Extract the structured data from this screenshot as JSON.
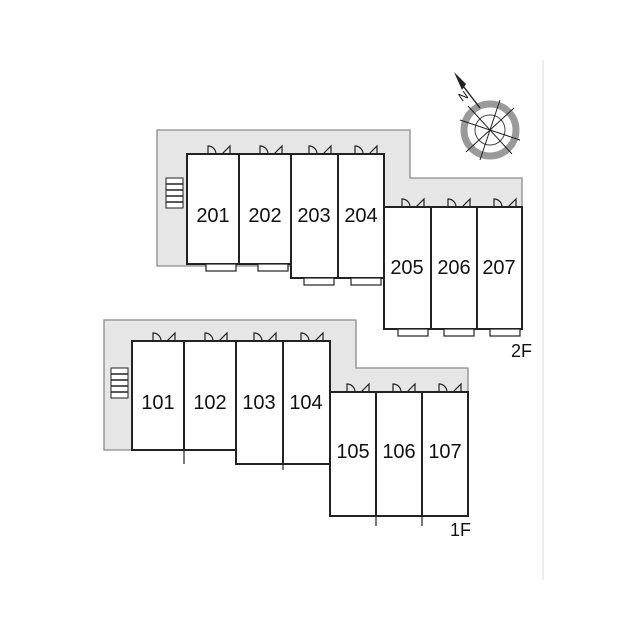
{
  "compass": {
    "north_label": "N",
    "icon": "compass-rose-icon"
  },
  "floors": [
    {
      "label": "2F",
      "rooms": [
        "201",
        "202",
        "203",
        "204",
        "205",
        "206",
        "207"
      ]
    },
    {
      "label": "1F",
      "rooms": [
        "101",
        "102",
        "103",
        "104",
        "105",
        "106",
        "107"
      ]
    }
  ],
  "colors": {
    "corridor": "#e6e6e6",
    "wall": "#222222",
    "background": "#ffffff"
  }
}
